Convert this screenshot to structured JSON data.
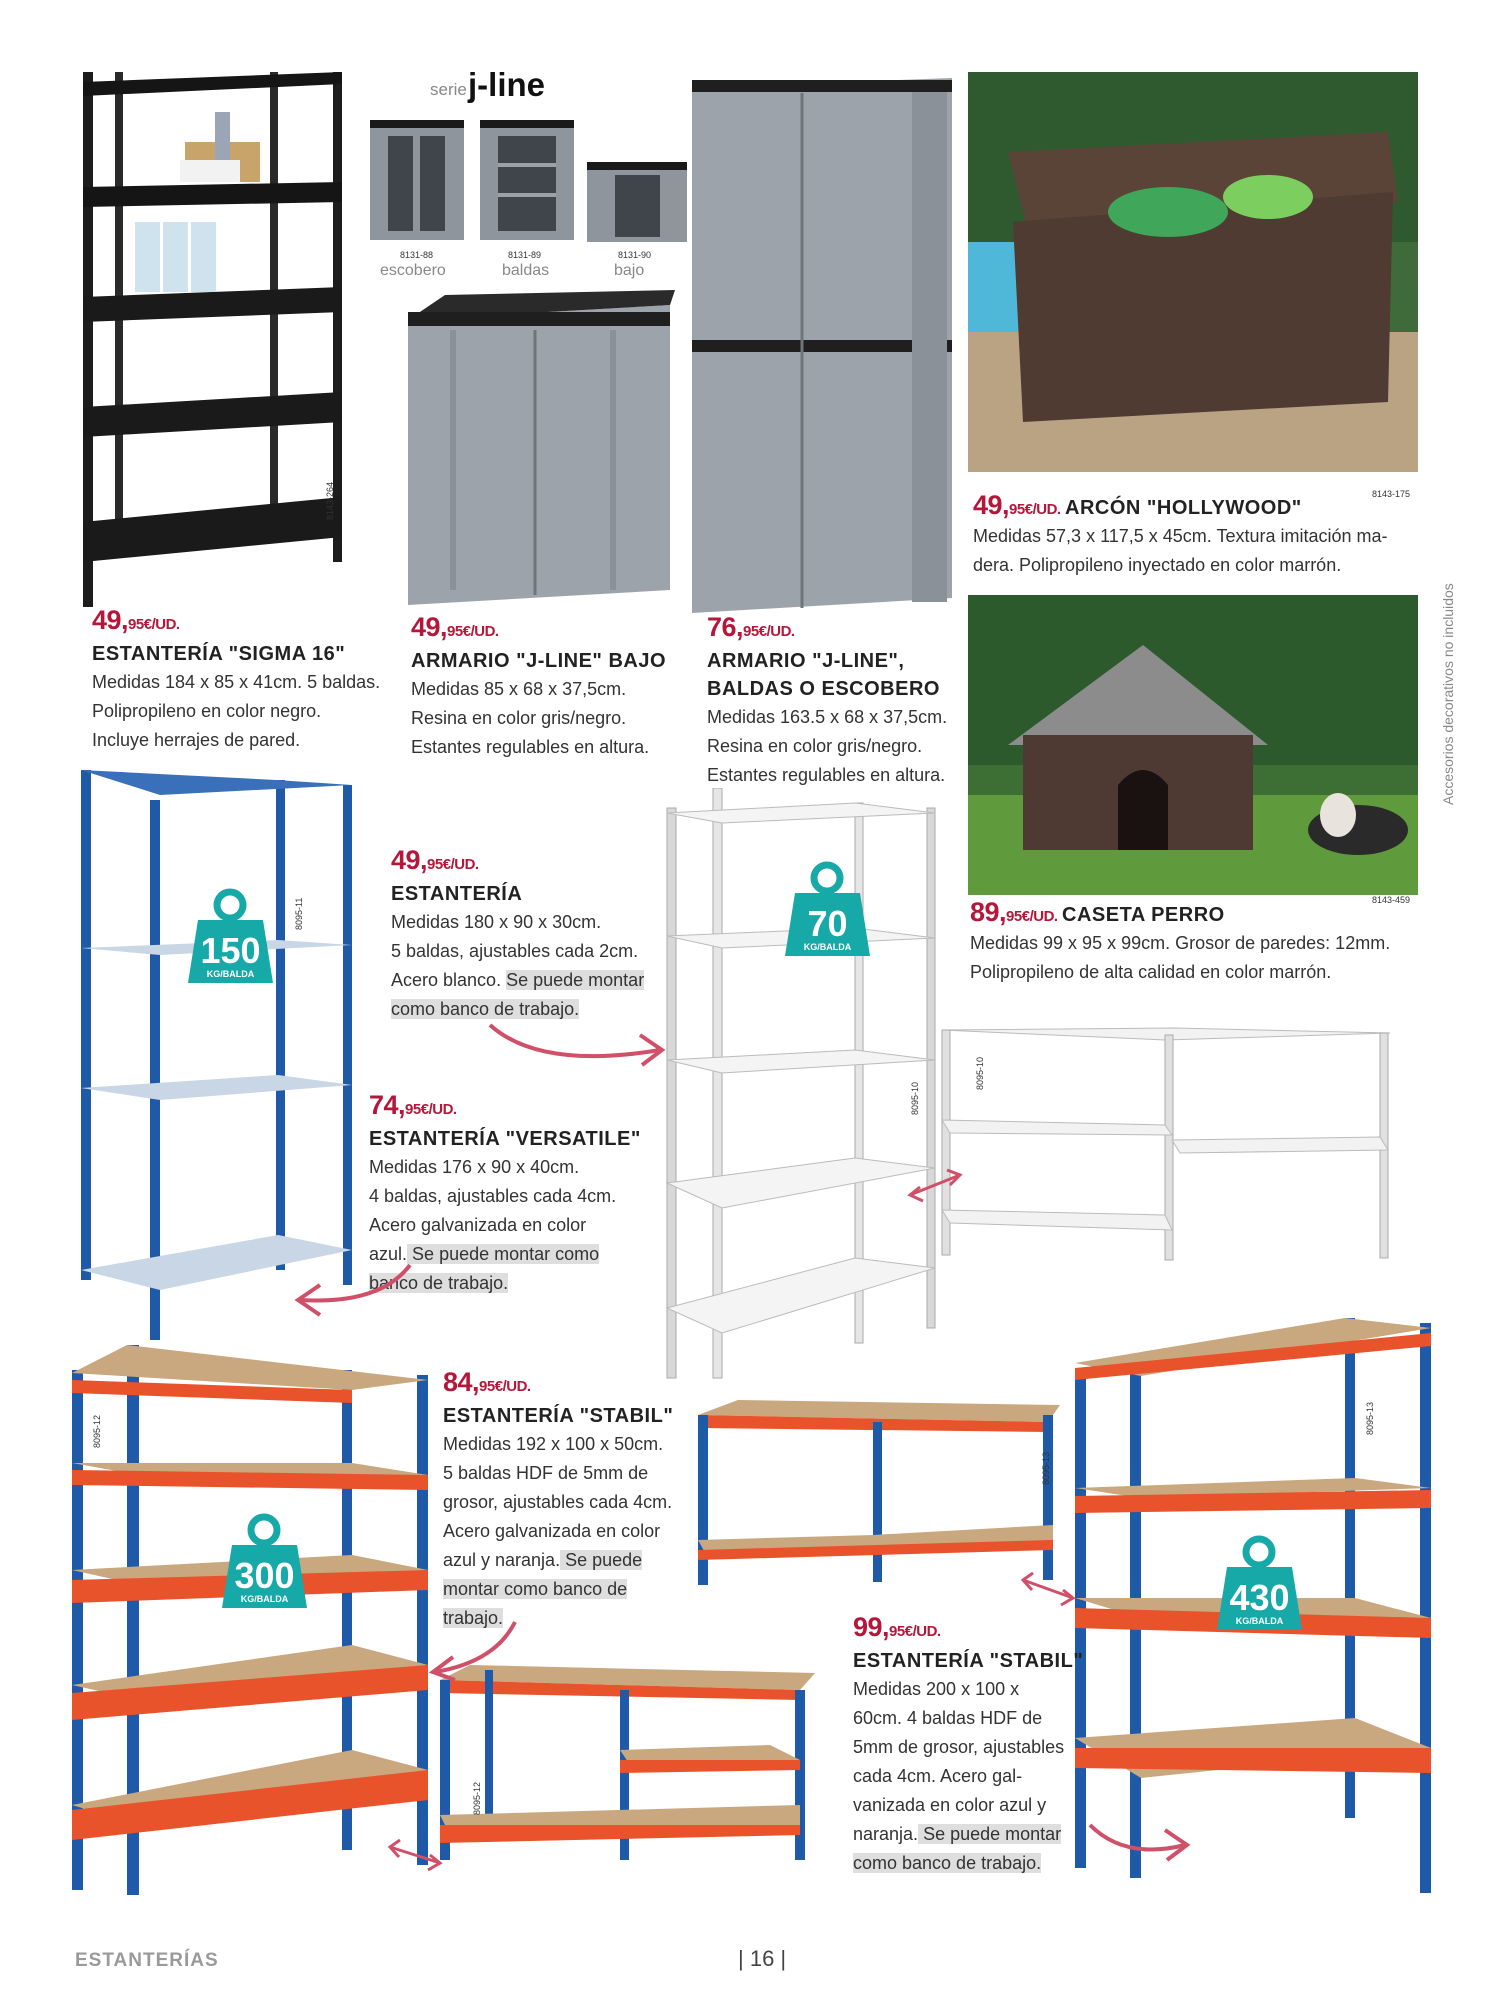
{
  "footer": {
    "section": "ESTANTERÍAS",
    "page": "| 16 |"
  },
  "side_note": "Accesorios decorativos no incluidos",
  "jline": {
    "serie": "serie",
    "name": "j-line",
    "variants": [
      {
        "code": "8131-88",
        "label": "escobero"
      },
      {
        "code": "8131-89",
        "label": "baldas"
      },
      {
        "code": "8131-90",
        "label": "bajo"
      }
    ]
  },
  "products": {
    "sigma": {
      "code": "8143-264",
      "price": "49,",
      "cents": "95€/UD.",
      "title": "ESTANTERÍA \"SIGMA 16\"",
      "lines": [
        "Medidas 184 x 85 x 41cm. 5 baldas.",
        "Polipropileno en color negro.",
        "Incluye herrajes de pared."
      ]
    },
    "jline_bajo": {
      "price": "49,",
      "cents": "95€/UD.",
      "title": "ARMARIO \"J-LINE\" BAJO",
      "lines": [
        "Medidas 85 x 68 x 37,5cm.",
        "Resina en color gris/negro.",
        "Estantes regulables en altura."
      ]
    },
    "jline_alto": {
      "price": "76,",
      "cents": "95€/UD.",
      "title1": "ARMARIO \"J-LINE\",",
      "title2": "BALDAS O ESCOBERO",
      "lines": [
        "Medidas 163.5 x 68 x 37,5cm.",
        "Resina en color gris/negro.",
        "Estantes regulables en altura."
      ]
    },
    "hollywood": {
      "code": "8143-175",
      "price": "49,",
      "cents": "95€/UD.",
      "title": "ARCÓN \"HOLLYWOOD\"",
      "lines": [
        "Medidas 57,3 x 117,5 x 45cm. Textura imitación ma-",
        "dera. Polipropileno inyectado en color marrón."
      ]
    },
    "caseta": {
      "code": "8143-459",
      "price": "89,",
      "cents": "95€/UD.",
      "title": "CASETA PERRO",
      "lines": [
        "Medidas 99 x 95 x 99cm. Grosor de paredes: 12mm.",
        "Polipropileno de alta calidad en color marrón."
      ]
    },
    "estanteria_blanca": {
      "code1": "8095-10",
      "code2": "8095-10",
      "price": "49,",
      "cents": "95€/UD.",
      "title": "ESTANTERÍA",
      "lines": [
        "Medidas 180 x 90 x 30cm.",
        "5 baldas, ajustables cada 2cm.",
        "Acero blanco."
      ],
      "hl1": "Se puede montar",
      "hl2": "como banco de trabajo.",
      "badge": {
        "value": "70",
        "unit": "KG/BALDA"
      }
    },
    "versatile": {
      "code": "8095-11",
      "price": "74,",
      "cents": "95€/UD.",
      "title": "ESTANTERÍA \"VERSATILE\"",
      "lines": [
        "Medidas 176 x 90 x 40cm.",
        "4 baldas, ajustables cada 4cm.",
        "Acero galvanizada en color"
      ],
      "last": "azul.",
      "hl1": "Se puede montar como",
      "hl2": "banco de trabajo.",
      "badge": {
        "value": "150",
        "unit": "KG/BALDA"
      }
    },
    "stabil1": {
      "code1": "8095-12",
      "code2": "8095-12",
      "price": "84,",
      "cents": "95€/UD.",
      "title": "ESTANTERÍA \"STABIL\"",
      "lines": [
        "Medidas 192 x 100 x 50cm.",
        "5 baldas HDF de 5mm de",
        "grosor, ajustables cada 4cm.",
        "Acero galvanizada en color"
      ],
      "last": "azul y naranja.",
      "hl1": "Se puede",
      "hl2": "montar como banco de",
      "hl3": "trabajo.",
      "badge": {
        "value": "300",
        "unit": "KG/BALDA"
      }
    },
    "stabil2": {
      "code1": "8095-13",
      "code2": "8095-13",
      "price": "99,",
      "cents": "95€/UD.",
      "title": "ESTANTERÍA \"STABIL\"",
      "lines": [
        "Medidas 200 x 100 x",
        "60cm. 4 baldas HDF de",
        "5mm de grosor, ajustables",
        "cada 4cm. Acero gal-",
        "vanizada en color azul y"
      ],
      "last": "naranja.",
      "hl1": "Se puede montar",
      "hl2": "como banco de trabajo.",
      "badge": {
        "value": "430",
        "unit": "KG/BALDA"
      }
    }
  },
  "colors": {
    "price": "#b5173a",
    "badge": "#17a8a8",
    "blue_steel": "#1f5aa8",
    "orange_shelf": "#e8532b",
    "arrow": "#d0506a"
  }
}
